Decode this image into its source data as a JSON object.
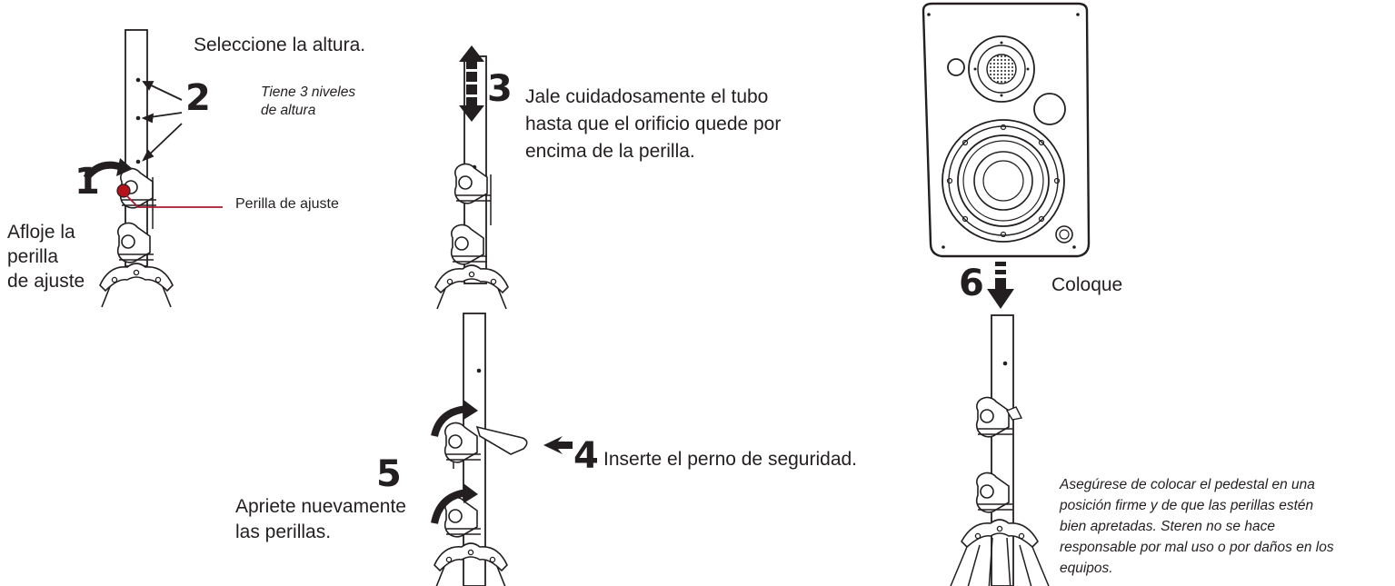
{
  "steps": [
    {
      "number": "1",
      "text": "Afloje la\nperilla\nde ajuste"
    },
    {
      "number": "2",
      "text": "Seleccione la altura.",
      "note": "Tiene 3 niveles\nde altura"
    },
    {
      "number": "3",
      "text": "Jale cuidadosamente el tubo\nhasta que el orificio quede por\nencima de la perilla."
    },
    {
      "number": "4",
      "text": "Inserte el perno de seguridad."
    },
    {
      "number": "5",
      "text": "Apriete nuevamente\nlas perillas."
    },
    {
      "number": "6",
      "text": "Coloque"
    }
  ],
  "callout": "Perilla de ajuste",
  "warning": "Asegúrese de colocar el pedestal en una\nposición firme y de que las perillas estén\nbien apretadas. Steren no se hace\nresponsable por mal uso o por daños en los\nequipos.",
  "colors": {
    "ink": "#231f20",
    "callout_line": "#a6192e",
    "knob_highlight": "#b5121b"
  }
}
